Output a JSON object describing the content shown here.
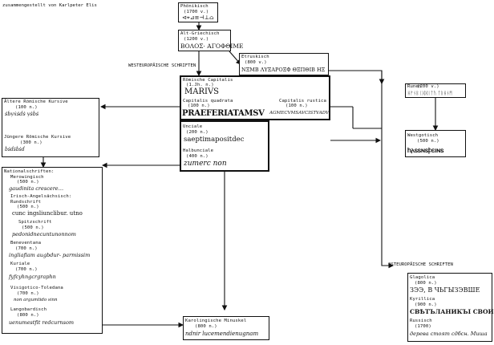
{
  "credit": "zusammengestellt von Karlpeter Elis",
  "headings": {
    "west": "WESTEUROPÄISCHE SCHRIFTEN",
    "east": "OSTEUROPÄISCHE SCHRIFTEN"
  },
  "phoenician": {
    "name": "Phönikisch",
    "date": "(1700 v.)",
    "sample": "⊲⌖⊿≡⊣⊥⌂"
  },
  "greek": {
    "name": "Alt-Griechisch",
    "date": "(1200 v.)",
    "sample": "ΒΟΛΟΣ· ΑΓΟΦΘΙΜΕ"
  },
  "etruscan": {
    "name": "Etruskisch",
    "date": "(800 v.)",
    "sample": "ΝΞΜΒ ΛΥΞΑΡΟΞΦ ΘΞΠΘΙΒ ΗΞ"
  },
  "roman": {
    "name": "Römische Capitalis",
    "date": "(1.Jh. n.)",
    "sample": "MARIVS",
    "quadrata_name": "Capitalis quadrata",
    "quadrata_date": "(100 n.)",
    "quadrata_sample": "PRAEFERIATAMSV",
    "rustica_name": "Capitalis rustica",
    "rustica_date": "(100 n.)",
    "rustica_sample": "AGMECVMSAVCISTVADV"
  },
  "uncial": {
    "name": "Unciale",
    "date": "(200 n.)",
    "sample": "saeptimapositdec",
    "half_name": "Halbunciale",
    "half_date": "(400 n.)",
    "half_sample": "zumerc non"
  },
  "cursive": {
    "old_name": "Ältere Römische Kursive",
    "old_date": "(100 n.)",
    "old_sample": "ṡḃṿẋṡḋṡ ṿṡḃṡ",
    "young_name": "Jüngere Römische Kursive",
    "young_date": "(300 n.)",
    "young_sample": "ḃṡḋṡḃṡḋ"
  },
  "national": {
    "title": "Nationalschriften:",
    "entries": [
      {
        "name": "Merowingisch",
        "date": "(500 n.)",
        "sample": "gaudinita crescere…"
      },
      {
        "name": "Irisch-Angelsächsisch:",
        "date": "",
        "sample": ""
      },
      {
        "name": "Rundschrift",
        "date": "(500 n.)",
        "sample": "cunc ingsliunclibur. utno"
      },
      {
        "name": "Spitzschrift",
        "date": "(500 n.)",
        "sample": "pedonidnecuntunonnom"
      },
      {
        "name": "Beneventana",
        "date": "(700 n.)",
        "sample": "ingliafiam augbdur- parmissim"
      },
      {
        "name": "Kuriale",
        "date": "(700 n.)",
        "sample": "fyfcyhngcrgraphn"
      },
      {
        "name": "Visigotico-Toledana",
        "date": "(700 n.)",
        "sample": "non argumtido sinn"
      },
      {
        "name": "Langobardisch",
        "date": "(800 n.)",
        "sample": "uenumestfit redcurnsom"
      }
    ]
  },
  "carolingian": {
    "name": "Karolingische Minuskel",
    "date": "(800 n.)",
    "sample": "ndnir lucemendienugnam"
  },
  "runes": {
    "name": "Runen",
    "date": "(200 v.)",
    "sample": "ᚺᚠᚾᛒᛁᚷᛞᛁᛏᚢ ᛏᚱᚺᚾᛗ"
  },
  "gothic": {
    "name": "Westgotisch",
    "date": "(500 n.)",
    "sample": "𐌷𐌰𐍃𐍃𐌽𐍃𐍆𐌴𐌹𐌽𐍃"
  },
  "slavic": {
    "glag_name": "Glagolica",
    "glag_date": "(800 n.)",
    "glag_sample": "ЗЭЭ, В ЧЬГЫЗЭВШЕ",
    "cyr_name": "Kyrillica",
    "cyr_date": "(900 n.)",
    "cyr_sample": "СВѢТЪЛАНИКЪІ СВОИ",
    "rus_name": "Russisch",
    "rus_date": "(1700)",
    "rus_sample": "дерева стоят сдбсн. Миша"
  }
}
